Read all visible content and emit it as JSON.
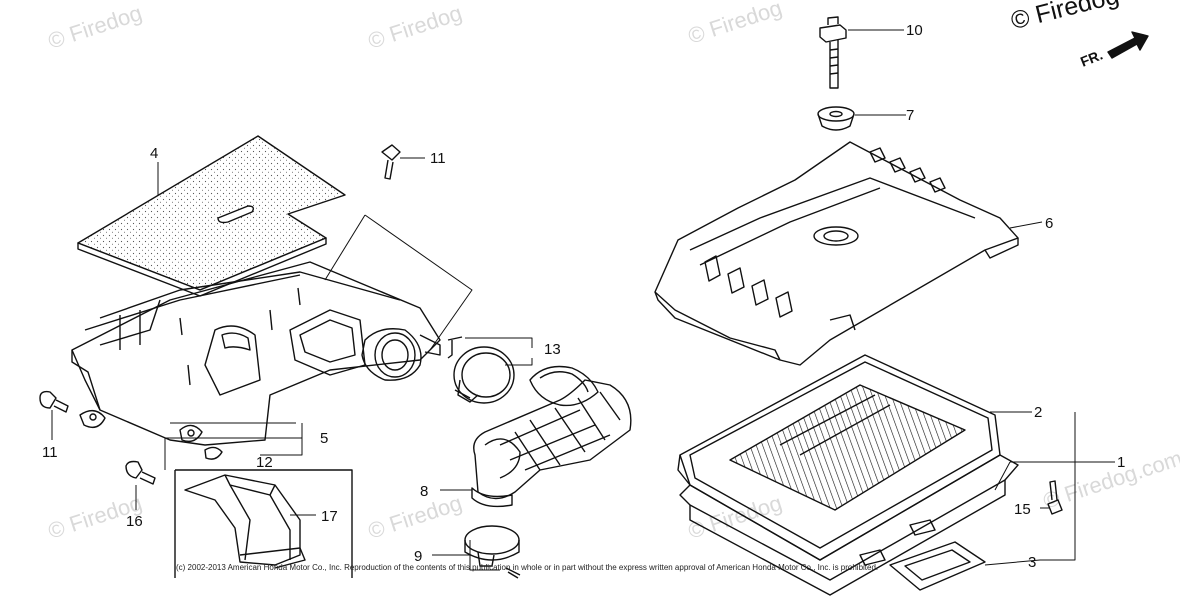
{
  "brand": {
    "copyright_logo": "© Firedog"
  },
  "watermarks": [
    {
      "text": "© Firedog",
      "pos": "w1"
    },
    {
      "text": "© Firedog",
      "pos": "w2"
    },
    {
      "text": "© Firedog",
      "pos": "w3"
    },
    {
      "text": "© Firedog.com",
      "pos": "w4"
    },
    {
      "text": "© Firedog",
      "pos": "w5"
    },
    {
      "text": "© Firedog",
      "pos": "w6"
    },
    {
      "text": "© Firedog",
      "pos": "w7"
    }
  ],
  "direction_marker": "FR.",
  "copyright_notice": "(c) 2002-2013 American Honda Motor Co., Inc. Reproduction of the contents of this publication in whole or in part without the express written approval of American Honda Motor Co., Inc. is prohibited.",
  "callouts": {
    "c1": "1",
    "c2": "2",
    "c3": "3",
    "c4": "4",
    "c5": "5",
    "c6": "6",
    "c7": "7",
    "c8": "8",
    "c9": "9",
    "c10": "10",
    "c11a": "11",
    "c11b": "11",
    "c12": "12",
    "c13": "13",
    "c15": "15",
    "c16": "16",
    "c17": "17"
  },
  "colors": {
    "line": "#111111",
    "stipple": "#555555",
    "watermark": "#d9d9d9"
  }
}
